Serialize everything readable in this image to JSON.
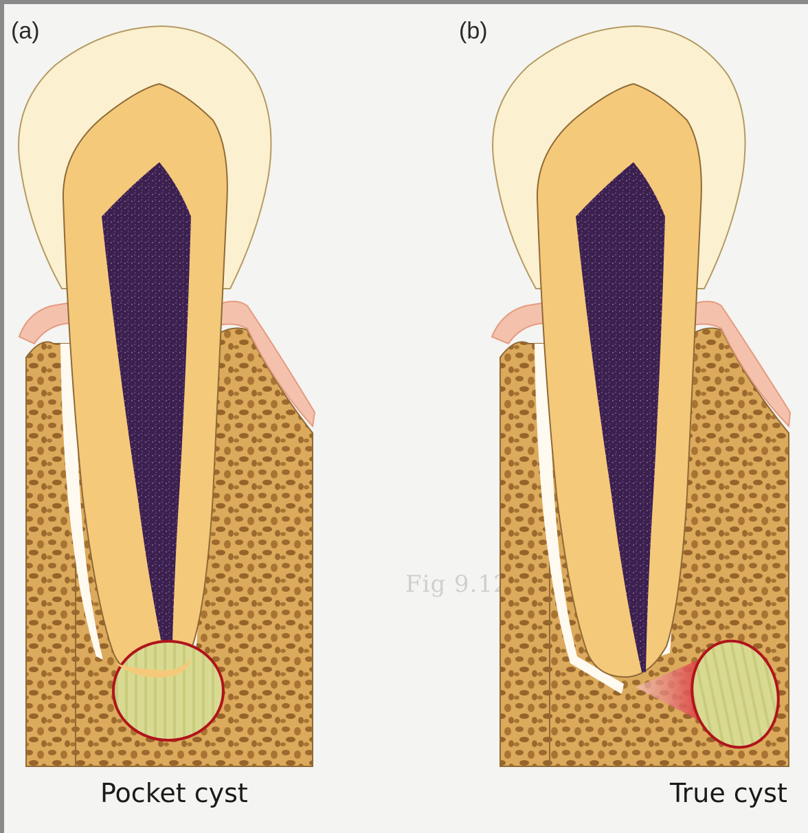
{
  "panels": [
    {
      "label": "(a)",
      "caption": "Pocket cyst"
    },
    {
      "label": "(b)",
      "caption": "True cyst"
    }
  ],
  "colors": {
    "enamel": "#fbf0cf",
    "dentine": "#f5c97a",
    "pulp": "#3d2350",
    "bone": "#d9a456",
    "bone_pattern": "#9c6a2e",
    "gingiva": "#f4c2ac",
    "cyst_fill": "#d6d88a",
    "cyst_border": "#b0141c",
    "outline": "#8e6a36"
  }
}
